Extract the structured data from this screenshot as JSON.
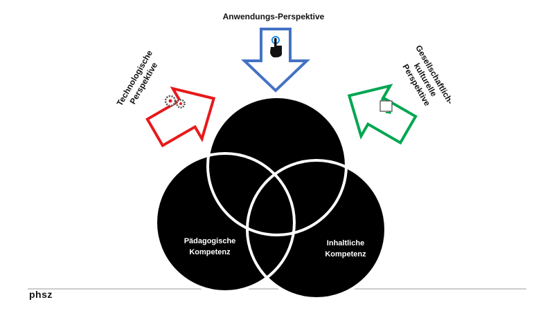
{
  "perspectives": {
    "top": {
      "label": "Anwendungs-Perspektive",
      "color": "#4472C4",
      "icon": "hand-pointer-icon"
    },
    "left": {
      "line1": "Technologische",
      "line2": "Perspektive",
      "color": "#E8191A",
      "icon": "gears-icon"
    },
    "right": {
      "line1": "Gesellschaftlich-",
      "line2": "kulturelle",
      "line3": "Perspektive",
      "color": "#00A650",
      "icon": "cycle-icon"
    }
  },
  "competences": {
    "left": {
      "line1": "Pädagogische",
      "line2": "Kompetenz"
    },
    "right": {
      "line1": "Inhaltliche",
      "line2": "Kompetenz"
    }
  },
  "footer": {
    "brand": "phsz"
  }
}
